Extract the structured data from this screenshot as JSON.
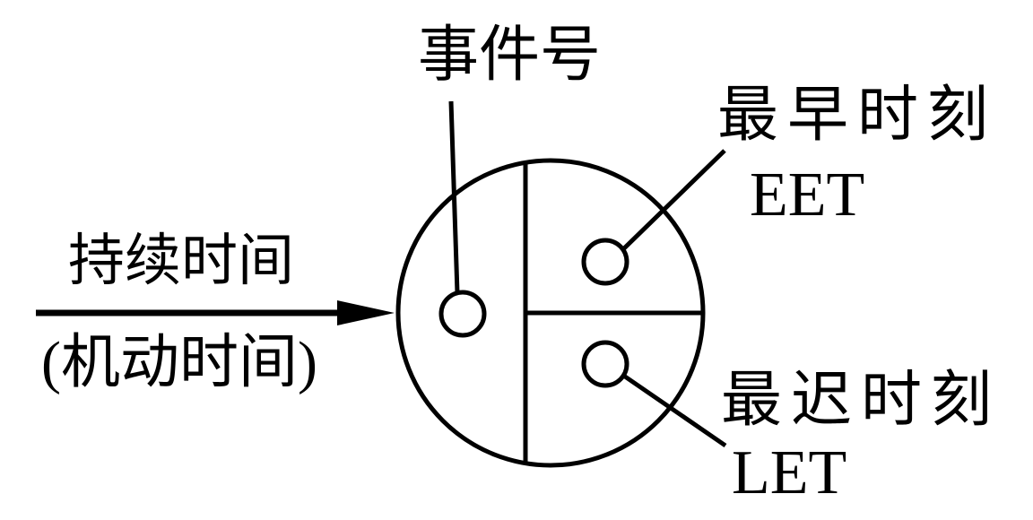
{
  "colors": {
    "ink": "#000000",
    "background": "#ffffff"
  },
  "diagram": {
    "activity_arrow": {
      "top_label": "持续时间",
      "bottom_label": "(机动时间)"
    },
    "node": {
      "event_number_callout": "事件号",
      "earliest_time_callout": {
        "cn": "最早时刻",
        "abbr": "EET"
      },
      "latest_time_callout": {
        "cn": "最迟时刻",
        "abbr": "LET"
      }
    }
  }
}
